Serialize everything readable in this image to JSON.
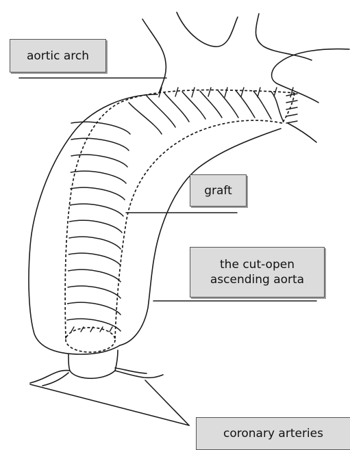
{
  "labels": {
    "aortic_arch": "aortic arch",
    "graft": "graft",
    "cut_open_aorta": "the cut-open ascending aorta",
    "coronary_arteries": "coronary arteries"
  },
  "colors": {
    "label_fill": "#dcdcdc",
    "stroke": "#111111"
  }
}
